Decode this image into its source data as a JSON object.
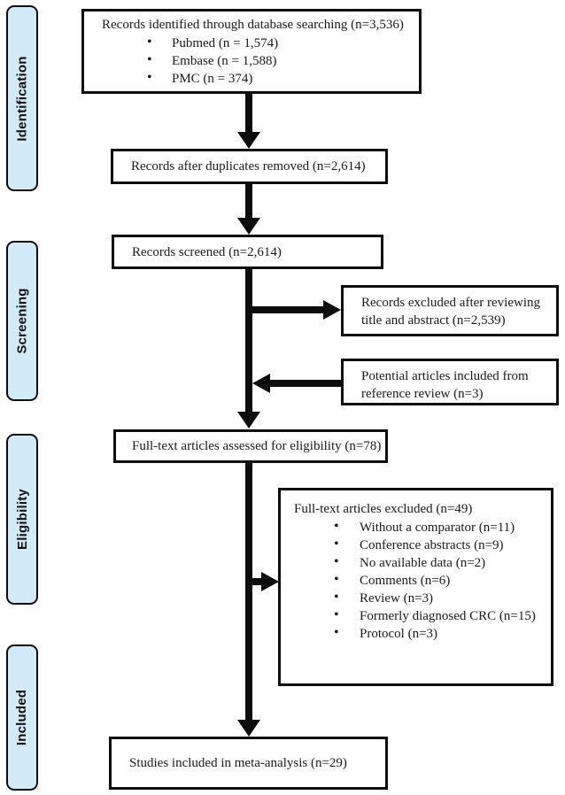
{
  "stages": [
    {
      "label": "Identification"
    },
    {
      "label": "Screening"
    },
    {
      "label": "Eligibility"
    },
    {
      "label": "Included"
    }
  ],
  "boxes": {
    "identified": {
      "title": "Records identified through database searching (n=3,536)",
      "items": [
        "Pubmed (n = 1,574)",
        "Embase (n = 1,588)",
        "PMC (n = 374)"
      ]
    },
    "duplicates_removed": {
      "title": "Records after duplicates removed (n=2,614)"
    },
    "screened": {
      "title": "Records screened (n=2,614)"
    },
    "excluded_title_abstract": {
      "title": "Records excluded after reviewing title and abstract (n=2,539)"
    },
    "reference_review": {
      "title": "Potential articles included from reference review (n=3)"
    },
    "fulltext_assessed": {
      "title": "Full-text articles assessed for eligibility (n=78)"
    },
    "fulltext_excluded": {
      "title": "Full-text articles excluded (n=49)",
      "items": [
        "Without a comparator (n=11)",
        "Conference abstracts (n=9)",
        "No available data (n=2)",
        "Comments (n=6)",
        "Review (n=3)",
        "Formerly diagnosed CRC (n=15)",
        "Protocol (n=3)"
      ]
    },
    "included_meta": {
      "title": "Studies included in meta-analysis (n=29)"
    }
  },
  "colors": {
    "stage_fill": "#d3eaf8",
    "border": "#0d0d0d",
    "arrow": "#0d0d0d",
    "box_fill": "#ffffff",
    "text": "#1a1a1a"
  }
}
